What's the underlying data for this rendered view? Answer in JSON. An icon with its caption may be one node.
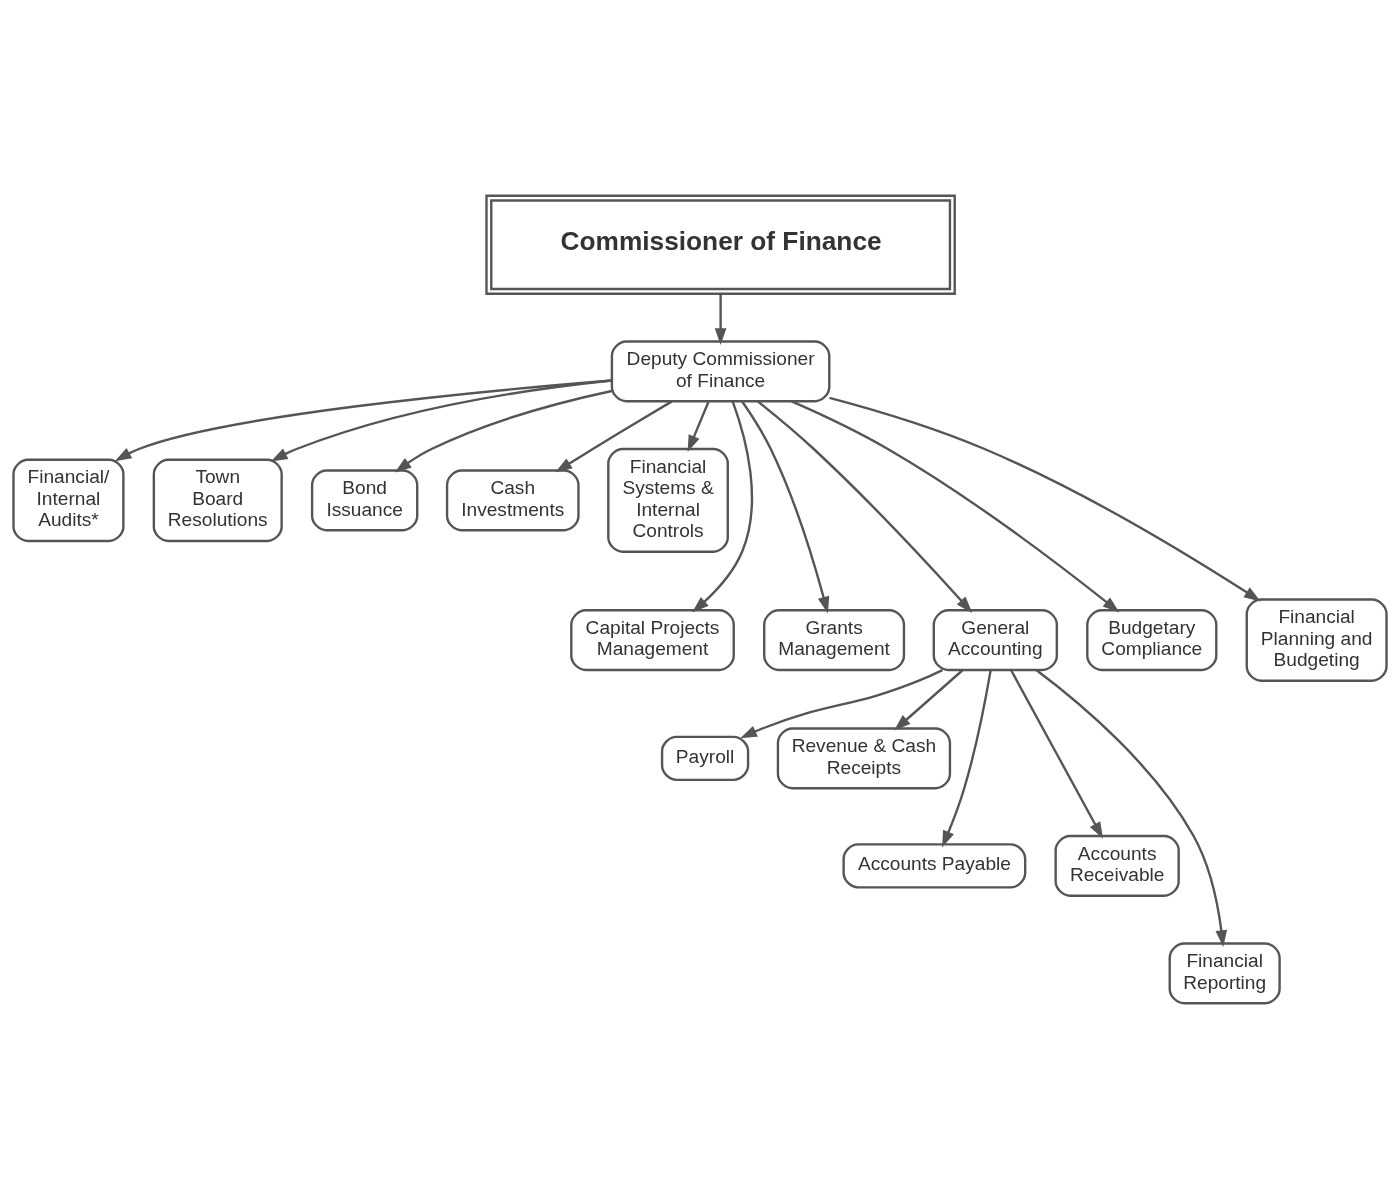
{
  "diagram": {
    "nodes": [
      {
        "text": [
          "Commissioner of Finance"
        ]
      },
      {
        "text": [
          "Deputy Commissioner of Finance"
        ]
      },
      {
        "text": [
          "Financial/ Internal Audits*"
        ]
      },
      {
        "text": [
          "Town Board Resolutions"
        ]
      },
      {
        "text": [
          "Bond Issuance"
        ]
      },
      {
        "text": [
          "Cash Investments"
        ]
      },
      {
        "text": [
          "Financial Systems & Internal Controls"
        ]
      },
      {
        "text": [
          "Capital Projects Management"
        ]
      },
      {
        "text": [
          "Grants Management"
        ]
      },
      {
        "text": [
          "General Accounting"
        ]
      },
      {
        "text": [
          "Budgetary Compliance"
        ]
      },
      {
        "text": [
          "Financial Planning and Budgeting"
        ]
      },
      {
        "text": [
          "Payroll"
        ]
      },
      {
        "text": [
          "Revenue & Cash Receipts"
        ]
      },
      {
        "text": [
          "Accounts Payable"
        ]
      },
      {
        "text": [
          "Accounts Receivable"
        ]
      },
      {
        "text": [
          "Financial Reporting"
        ]
      }
    ],
    "edges": [
      {
        "from": 0,
        "to": 1,
        "arrow": "to"
      },
      {
        "from": 1,
        "to": 2,
        "arrow": "to"
      },
      {
        "from": 1,
        "to": 3,
        "arrow": "to"
      },
      {
        "from": 1,
        "to": 4,
        "arrow": "to"
      },
      {
        "from": 1,
        "to": 5,
        "arrow": "to"
      },
      {
        "from": 1,
        "to": 6,
        "arrow": "to"
      },
      {
        "from": 1,
        "to": 7,
        "arrow": "to"
      },
      {
        "from": 1,
        "to": 8,
        "arrow": "to"
      },
      {
        "from": 1,
        "to": 9,
        "arrow": "to"
      },
      {
        "from": 1,
        "to": 10,
        "arrow": "to"
      },
      {
        "from": 1,
        "to": 11,
        "arrow": "to"
      },
      {
        "from": 9,
        "to": 12,
        "arrow": "to"
      },
      {
        "from": 9,
        "to": 13,
        "arrow": "to"
      },
      {
        "from": 9,
        "to": 14,
        "arrow": "to"
      },
      {
        "from": 9,
        "to": 15,
        "arrow": "to"
      },
      {
        "from": 9,
        "to": 16,
        "arrow": "to"
      }
    ]
  }
}
